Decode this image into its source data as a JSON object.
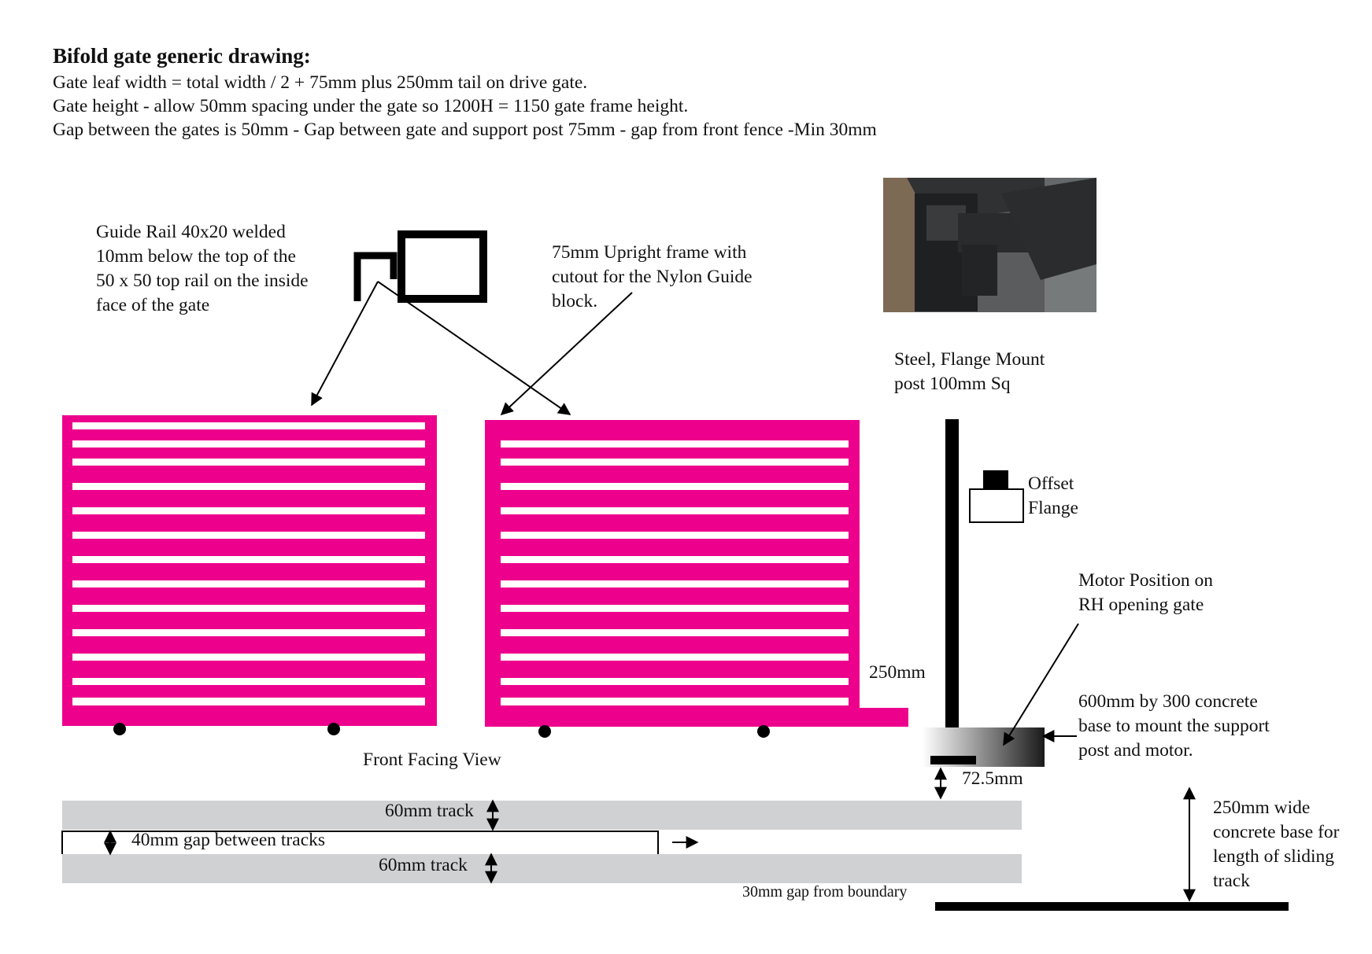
{
  "header": {
    "title": "Bifold gate generic drawing:",
    "line1": "Gate leaf width =  total width / 2 + 75mm  plus 250mm tail on drive gate.",
    "line2": "Gate height - allow 50mm spacing under the gate  so 1200H = 1150 gate frame height.",
    "line3": "Gap between the gates is 50mm  - Gap between gate and support post 75mm - gap from front fence  -Min 30mm"
  },
  "labels": {
    "guide_rail": "Guide Rail 40x20 welded\n10mm below the top of the\n50 x 50 top rail on the inside\nface of the gate",
    "upright_frame": "75mm Upright frame with\ncutout for the Nylon Guide\nblock.",
    "post": "Steel, Flange Mount\npost 100mm Sq",
    "offset_flange": "Offset\nFlange",
    "motor_position": "Motor Position on\nRH opening gate",
    "tail": "250mm",
    "concrete_base": "600mm by 300 concrete\nbase to mount the support\npost and motor.",
    "front_view": "Front Facing View",
    "post_gap": "72.5mm",
    "track_top": "60mm track",
    "track_gap": "40mm gap between tracks",
    "track_bottom": "60mm track",
    "boundary_gap": "30mm gap from boundary",
    "track_base": "250mm wide\nconcrete base for\nlength of sliding\ntrack"
  },
  "colors": {
    "gate": "#ec008c",
    "track": "#d0d1d3",
    "ink": "#000000"
  }
}
